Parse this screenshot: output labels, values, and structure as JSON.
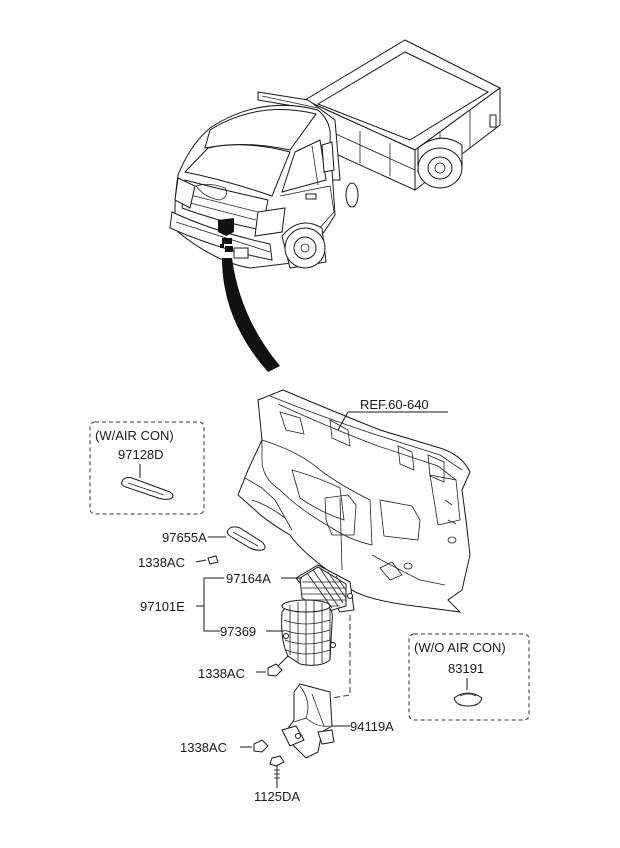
{
  "ref_label": "REF.60-640",
  "callouts": {
    "wac_title": "(W/AIR CON)",
    "wac_part": "97128D",
    "woac_title": "(W/O AIR CON)",
    "woac_part": "83191",
    "p97655A": "97655A",
    "p1338AC_a": "1338AC",
    "p97164A": "97164A",
    "p97101E": "97101E",
    "p97369": "97369",
    "p1338AC_b": "1338AC",
    "p94119A": "94119A",
    "p1338AC_c": "1338AC",
    "p1125DA": "1125DA"
  },
  "colors": {
    "line": "#1a1a1a",
    "fill": "#ffffff",
    "marker": "#111111"
  }
}
